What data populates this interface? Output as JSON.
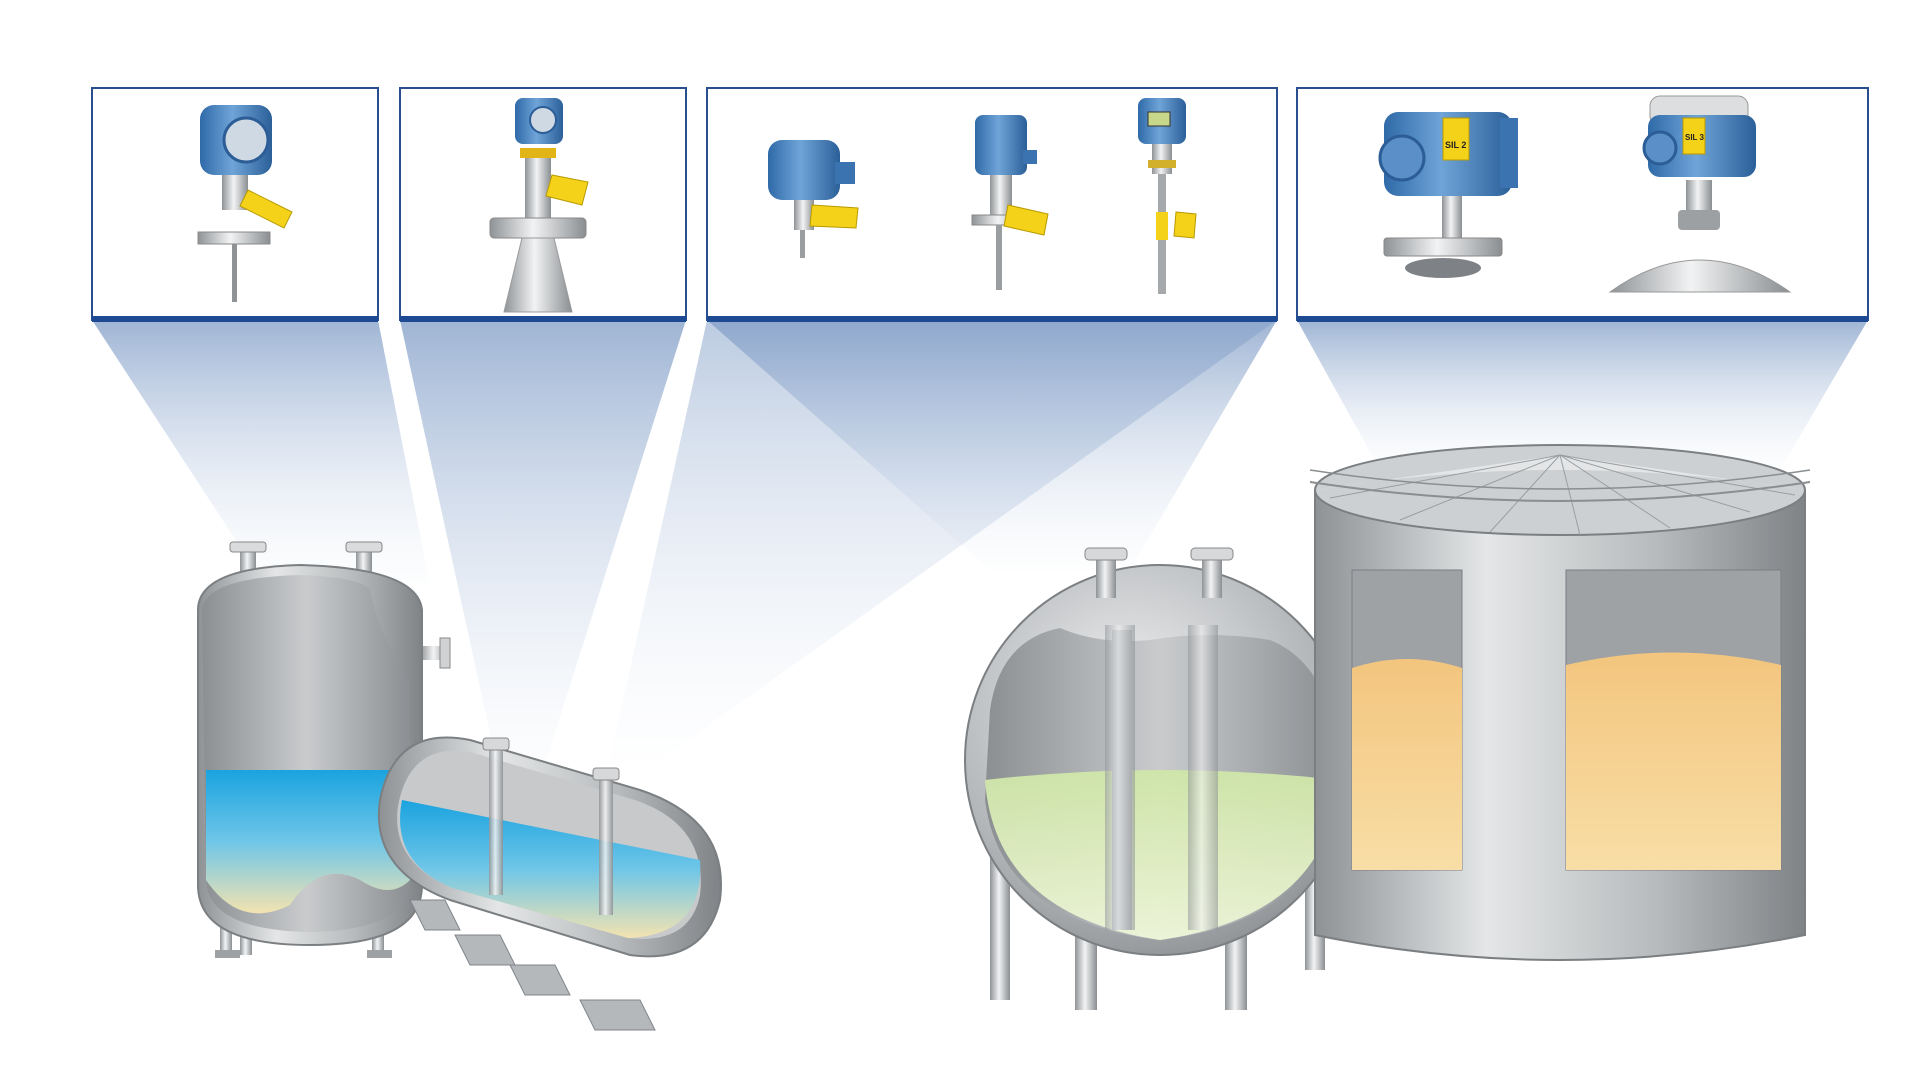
{
  "colors": {
    "panel_border": "#1d4a93",
    "device_blue": "#4e86c4",
    "tag_yellow": "#f5d21a",
    "tank_steel": "#b9bcbf",
    "water_blue": "#2aa6dc",
    "liquid_green": "#d6e9b8",
    "solid_tan": "#f4cf8c"
  },
  "panels": [
    {
      "name": "guided-wave-radar-panel",
      "devices": [
        "guided-wave-radar-transmitter"
      ]
    },
    {
      "name": "cone-antenna-radar-panel",
      "devices": [
        "cone-antenna-radar-transmitter"
      ]
    },
    {
      "name": "level-switch-panel",
      "devices": [
        "compact-vibrating-fork-switch",
        "vibrating-fork-switch",
        "fork-switch-with-display"
      ]
    },
    {
      "name": "solids-radar-panel",
      "devices": [
        "parabolic-antenna-radar",
        "solids-radar-with-parabolic-horn"
      ]
    }
  ],
  "device_labels": {
    "sil_tag_1": "SIL 2",
    "sil_tag_2": "SIL 3"
  },
  "vessels": [
    {
      "name": "vertical-process-vessel",
      "contents": "water"
    },
    {
      "name": "horizontal-bullet-tank",
      "contents": "water"
    },
    {
      "name": "spherical-storage-tank",
      "contents": "liquid"
    },
    {
      "name": "cylindrical-silo",
      "contents": "solids"
    }
  ]
}
